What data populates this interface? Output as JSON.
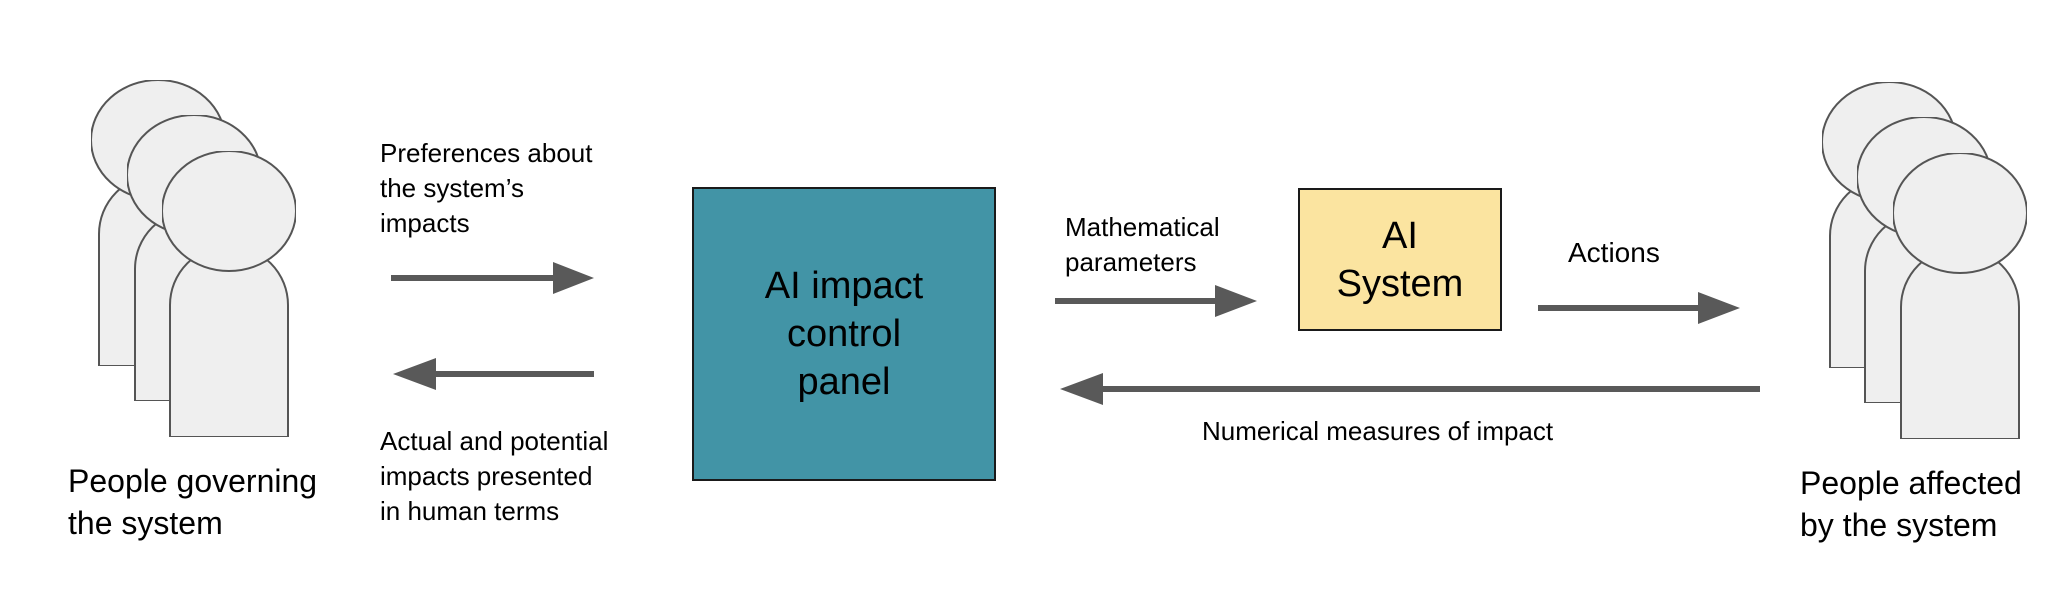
{
  "colors": {
    "panel_fill": "#4294a6",
    "ai_system_fill": "#fbe4a0",
    "person_fill": "#efefef",
    "person_stroke": "#555555",
    "arrow": "#595959"
  },
  "governors": {
    "label_lines": [
      "People governing",
      "the system"
    ]
  },
  "affected": {
    "label_lines": [
      "People affected",
      "by the system"
    ]
  },
  "panel": {
    "title_lines": [
      "AI impact",
      "control",
      "panel"
    ]
  },
  "ai_system": {
    "title_lines": [
      "AI",
      "System"
    ]
  },
  "edges": {
    "preferences": {
      "lines": [
        "Preferences about",
        "the system’s",
        "impacts"
      ]
    },
    "impacts_presented": {
      "lines": [
        "Actual and potential",
        "impacts presented",
        "in human terms"
      ]
    },
    "parameters": {
      "lines": [
        "Mathematical",
        "parameters"
      ]
    },
    "actions": {
      "lines": [
        "Actions"
      ]
    },
    "measures": {
      "lines": [
        "Numerical measures of impact"
      ]
    }
  }
}
